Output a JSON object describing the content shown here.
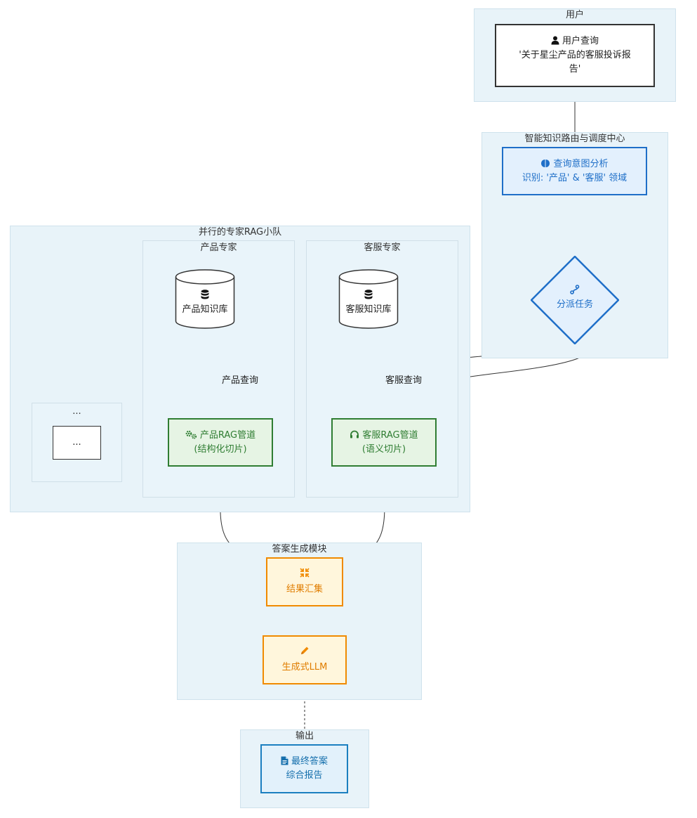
{
  "clusters": {
    "user": "用户",
    "router": "智能知识路由与调度中心",
    "rag_team": "并行的专家RAG小队",
    "product_expert": "产品专家",
    "service_expert": "客服专家",
    "ellipsis": "...",
    "answer": "答案生成模块",
    "output": "输出"
  },
  "nodes": {
    "user_query": {
      "title": "用户查询",
      "line2": "'关于星尘产品的客服投诉报",
      "line3": "告'",
      "icon": "user-icon"
    },
    "intent": {
      "title": "查询意图分析",
      "line2": "识别: '产品' & '客服' 领域",
      "icon": "brain-icon"
    },
    "dispatch": {
      "title": "分派任务",
      "icon": "route-icon"
    },
    "product_kb": {
      "title": "产品知识库",
      "icon": "database-icon"
    },
    "service_kb": {
      "title": "客服知识库",
      "icon": "database-icon"
    },
    "product_rag": {
      "title": "产品RAG管道",
      "line2": "(结构化切片)",
      "icon": "gears-icon"
    },
    "service_rag": {
      "title": "客服RAG管道",
      "line2": "(语义切片)",
      "icon": "headset-icon"
    },
    "ellipsis_node": {
      "title": "..."
    },
    "aggregate": {
      "title": "结果汇集",
      "icon": "compress-icon"
    },
    "llm": {
      "title": "生成式LLM",
      "icon": "pen-icon"
    },
    "final": {
      "title": "最终答案",
      "line2": "综合报告",
      "icon": "file-icon"
    }
  },
  "edges": {
    "product_query": "产品查询",
    "service_query": "客服查询"
  },
  "colors": {
    "cluster_bg": "#e8f3f9",
    "blue": "#1f6fc8",
    "green": "#2f7d32",
    "orange": "#f08a00",
    "teal": "#1b7fc0"
  }
}
